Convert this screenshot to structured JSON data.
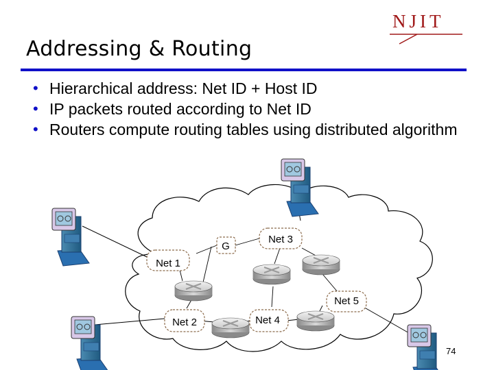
{
  "slide": {
    "title": "Addressing & Routing",
    "logo_text": "NJIT",
    "bullets": [
      "Hierarchical address:  Net ID + Host ID",
      "IP packets routed according to Net ID",
      "Routers compute routing tables using distributed algorithm"
    ],
    "slide_number": "74"
  },
  "diagram": {
    "nets": [
      "Net 1",
      "Net 2",
      "Net 3",
      "Net 4",
      "Net 5"
    ],
    "gateway_label": "G"
  },
  "colors": {
    "title_rule": "#1010c8",
    "bullet": "#1010c8",
    "logo": "#a01818",
    "label_border": "#8b6a4a"
  }
}
